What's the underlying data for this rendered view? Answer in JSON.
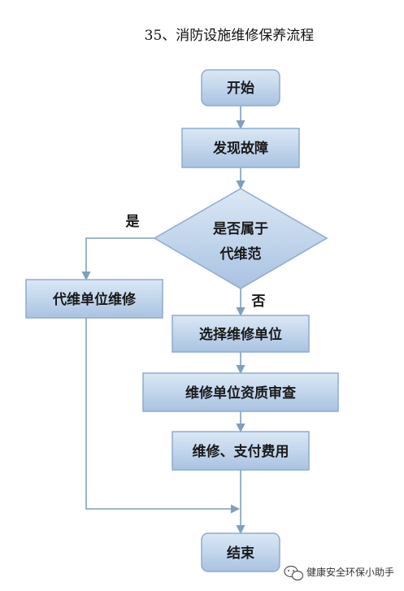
{
  "title": "35、消防设施维修保养流程",
  "colors": {
    "box_fill_top": "#dbe8f5",
    "box_fill_bottom": "#a9c3e2",
    "box_stroke": "#8eabcf",
    "line": "#7f9fbf"
  },
  "nodes": {
    "start": "开始",
    "find_fault": "发现故障",
    "decision_line1": "是否属于",
    "decision_line2": "代维范",
    "maintenance_unit_repair": "代维单位维修",
    "select_unit": "选择维修单位",
    "qualification_review": "维修单位资质审查",
    "repair_and_pay": "维修、支付费用",
    "end": "结束"
  },
  "edge_labels": {
    "yes": "是",
    "no": "否"
  },
  "watermark": {
    "text": "健康安全环保小助手",
    "icon": "wechat-icon"
  }
}
